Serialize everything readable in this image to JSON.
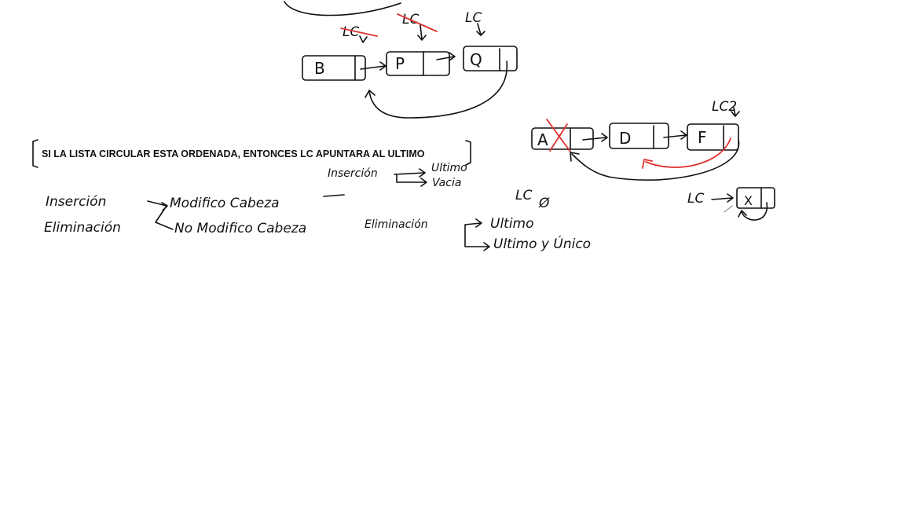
{
  "banner": {
    "text": "SI LA LISTA CIRCULAR ESTA ORDENADA, ENTONCES LC APUNTARA AL ULTIMO"
  },
  "list1": {
    "nodes": [
      "B",
      "P",
      "Q"
    ],
    "pointers": [
      "LC",
      "LC",
      "LC"
    ]
  },
  "list2": {
    "nodes": [
      "A",
      "D",
      "F"
    ],
    "pointer": "LC2"
  },
  "list3": {
    "pointer": "LC",
    "node": "X"
  },
  "empty_list": {
    "pointer": "LC",
    "null_symbol": "Ø"
  },
  "notes": {
    "insercion_label": "Inserción",
    "eliminacion_label": "Eliminación",
    "modifico_cabeza": "Modifico Cabeza",
    "no_modifico_cabeza": "No Modifico Cabeza",
    "eliminacion2": "Eliminación",
    "ultimo": "Ultimo",
    "ultimo_y_unico": "Ultimo y Único",
    "insercion2": "Inserción",
    "ultimo_small": "Ultimo",
    "vacia": "Vacia"
  },
  "colors": {
    "ink": "#111111",
    "correction": "#e03030",
    "background": "#ffffff"
  }
}
